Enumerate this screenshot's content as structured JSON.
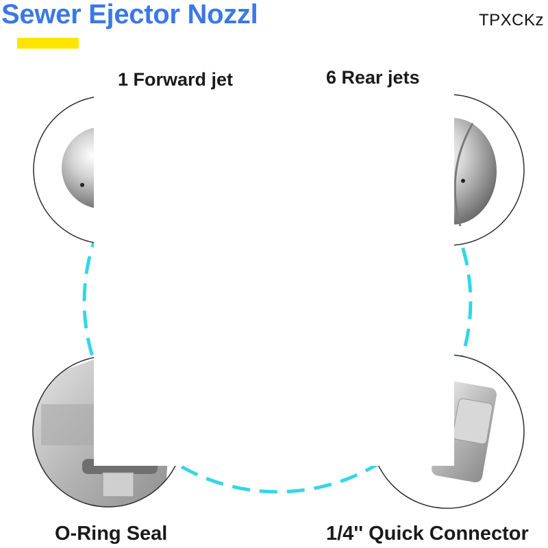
{
  "header": {
    "title": "Sewer Ejector Nozzl",
    "brand": "TPXCKz"
  },
  "callouts": {
    "top_left": "1 Forward jet",
    "top_right": "6 Rear jets",
    "bottom_left": "O-Ring Seal",
    "bottom_right": "1/4'' Quick Connector"
  },
  "colors": {
    "title": "#3b78e7",
    "accent_bar": "#ffe600",
    "dashed_ring": "#33d6e6",
    "steel": "#b9b9b9",
    "circle_border": "#2a2a2a"
  }
}
